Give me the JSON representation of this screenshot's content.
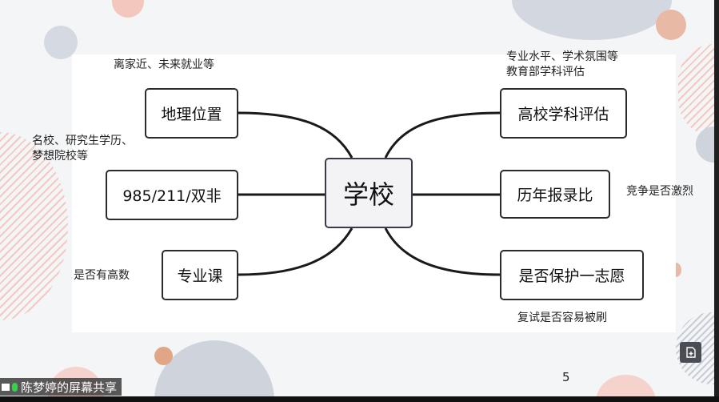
{
  "mindmap": {
    "center": "学校",
    "left": [
      {
        "label": "地理位置",
        "note": "离家近、未来就业等"
      },
      {
        "label": "985/211/双非",
        "note_lines": [
          "名校、研究生学历、",
          "梦想院校等"
        ]
      },
      {
        "label": "专业课",
        "note": "是否有高数"
      }
    ],
    "right": [
      {
        "label": "高校学科评估",
        "note_lines": [
          "专业水平、学术氛围等",
          "教育部学科评估"
        ]
      },
      {
        "label": "历年报录比",
        "note": "竞争是否激烈"
      },
      {
        "label": "是否保护一志愿",
        "note": "复试是否容易被刷"
      }
    ]
  },
  "slide": {
    "page_number": "5"
  },
  "screen_share": {
    "label": "陈梦婷的屏幕共享"
  },
  "colors": {
    "accent_peach": "#e2a888",
    "accent_grey": "#cfd3dc",
    "accent_pink": "#f5d3cc"
  }
}
